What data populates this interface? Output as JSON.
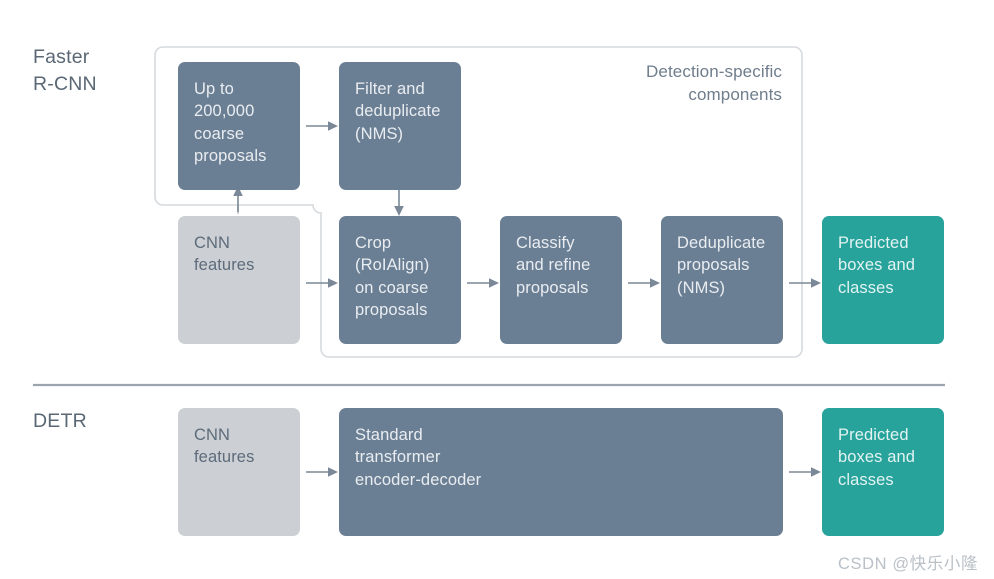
{
  "figure": {
    "background": "#ffffff",
    "palette": {
      "dark_node": "#6b7f94",
      "grey_node": "#ccd0d5",
      "teal_node": "#27a39c",
      "arrow": "#7a8897",
      "outline": "#d6dade",
      "connector": "#c8ced4",
      "divider": "#9aa5b0",
      "label_text": "#5a6876",
      "watermark_text": "#b9c0c7"
    }
  },
  "rows": [
    {
      "id": "faster-rcnn",
      "label": "Faster\nR-CNN",
      "caption": "Detection-specific\ncomponents"
    },
    {
      "id": "detr",
      "label": "DETR",
      "caption": ""
    }
  ],
  "nodes": {
    "coarse_proposals": {
      "text": "Up to\n200,000\ncoarse\nproposals",
      "style": "dark"
    },
    "filter_nms": {
      "text": "Filter and\ndeduplicate\n(NMS)",
      "style": "dark"
    },
    "cnn_features_top": {
      "text": "CNN\nfeatures",
      "style": "grey"
    },
    "crop_roialign": {
      "text": "Crop\n(RoIAlign)\non coarse\nproposals",
      "style": "dark"
    },
    "classify_refine": {
      "text": "Classify\nand refine\nproposals",
      "style": "dark"
    },
    "dedup_nms": {
      "text": "Deduplicate\nproposals\n(NMS)",
      "style": "dark"
    },
    "predicted_top": {
      "text": "Predicted\nboxes and\nclasses",
      "style": "teal"
    },
    "cnn_features_bottom": {
      "text": "CNN\nfeatures",
      "style": "grey"
    },
    "transformer": {
      "text": "Standard\ntransformer\nencoder-decoder",
      "style": "dark"
    },
    "predicted_bottom": {
      "text": "Predicted\nboxes and\nclasses",
      "style": "teal"
    }
  },
  "watermark": {
    "text": "CSDN @快乐小隆"
  }
}
